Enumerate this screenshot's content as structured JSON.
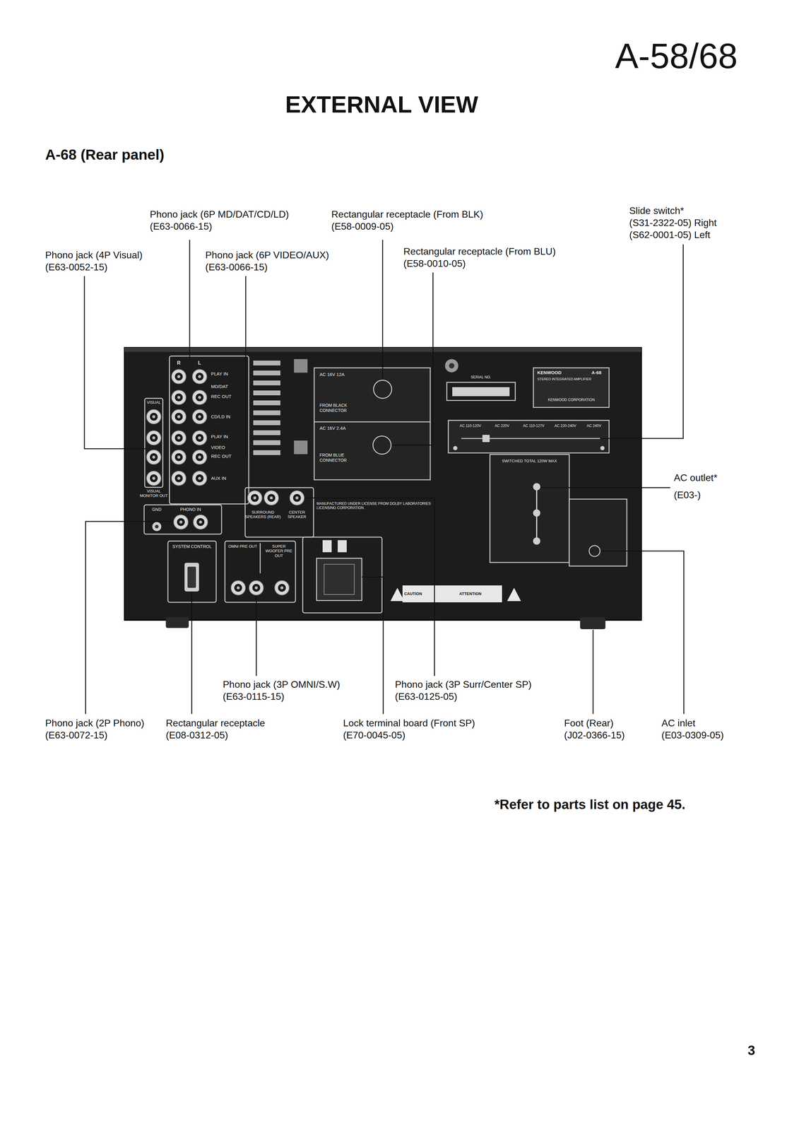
{
  "diagram": {
    "title": "EXTERNAL VIEW",
    "labels": [
      "A-58/68",
      "A-68 (Rear panel)",
      "Phono jack (6P MD/DAT/CD/LD)",
      "(E63-0066-15)",
      "Rectangular receptacle (From BLK)",
      "(E58-0009-05)",
      "Slide switch*",
      "(S31-2322-05) Right",
      "(S62-0001-05) Left",
      "Phono jack (4P Visual)",
      "(E63-0052-15)",
      "Phono jack (6P VIDEO/AUX)",
      "(E63-0066-15)",
      "Rectangular receptacle (From BLU)",
      "(E58-0010-05)",
      "AC outlet*",
      "(E03-)",
      "Phono jack (3P OMNI/S.W)",
      "(E63-0115-15)",
      "Phono jack (3P Surr/Center SP)",
      "(E63-0125-05)",
      "Phono jack (2P Phono)",
      "(E63-0072-15)",
      "Rectangular receptacle",
      "(E08-0312-05)",
      "Lock terminal board (Front SP)",
      "(E70-0045-05)",
      "Foot (Rear)",
      "(J02-0366-15)",
      "AC inlet",
      "(E03-0309-05)",
      "*Refer to parts list on page 45.",
      "3",
      "R",
      "L",
      "PLAY IN",
      "MD/DAT",
      "REC OUT",
      "VISUAL",
      "CD/LD IN",
      "PLAY IN",
      "VIDEO",
      "REC OUT",
      "AUX IN",
      "VISUAL MONITOR OUT",
      "GND",
      "PHONO IN",
      "SYSTEM CONTROL",
      "SURROUND SPEAKERS (REAR)",
      "CENTER SPEAKER",
      "OMNI PRE OUT",
      "SUPER WOOFER PRE OUT",
      "AC 16V 12A",
      "FROM BLACK CONNECTOR",
      "AC 16V 2.4A",
      "FROM BLUE CONNECTOR",
      "SERIAL NO.",
      "KENWOOD",
      "A-68",
      "STEREO INTEGRATED AMPLIFIER",
      "KENWOOD CORPORATION",
      "AC 110-120V",
      "AC 220V",
      "AC 110-127V",
      "AC 220-240V",
      "AC 240V",
      "SWITCHED TOTAL 120W MAX",
      "CAUTION",
      "ATTENTION",
      "MANUFACTURED UNDER LICENSE FROM DOLBY LABORATORIES LICENSING CORPORATION."
    ]
  }
}
